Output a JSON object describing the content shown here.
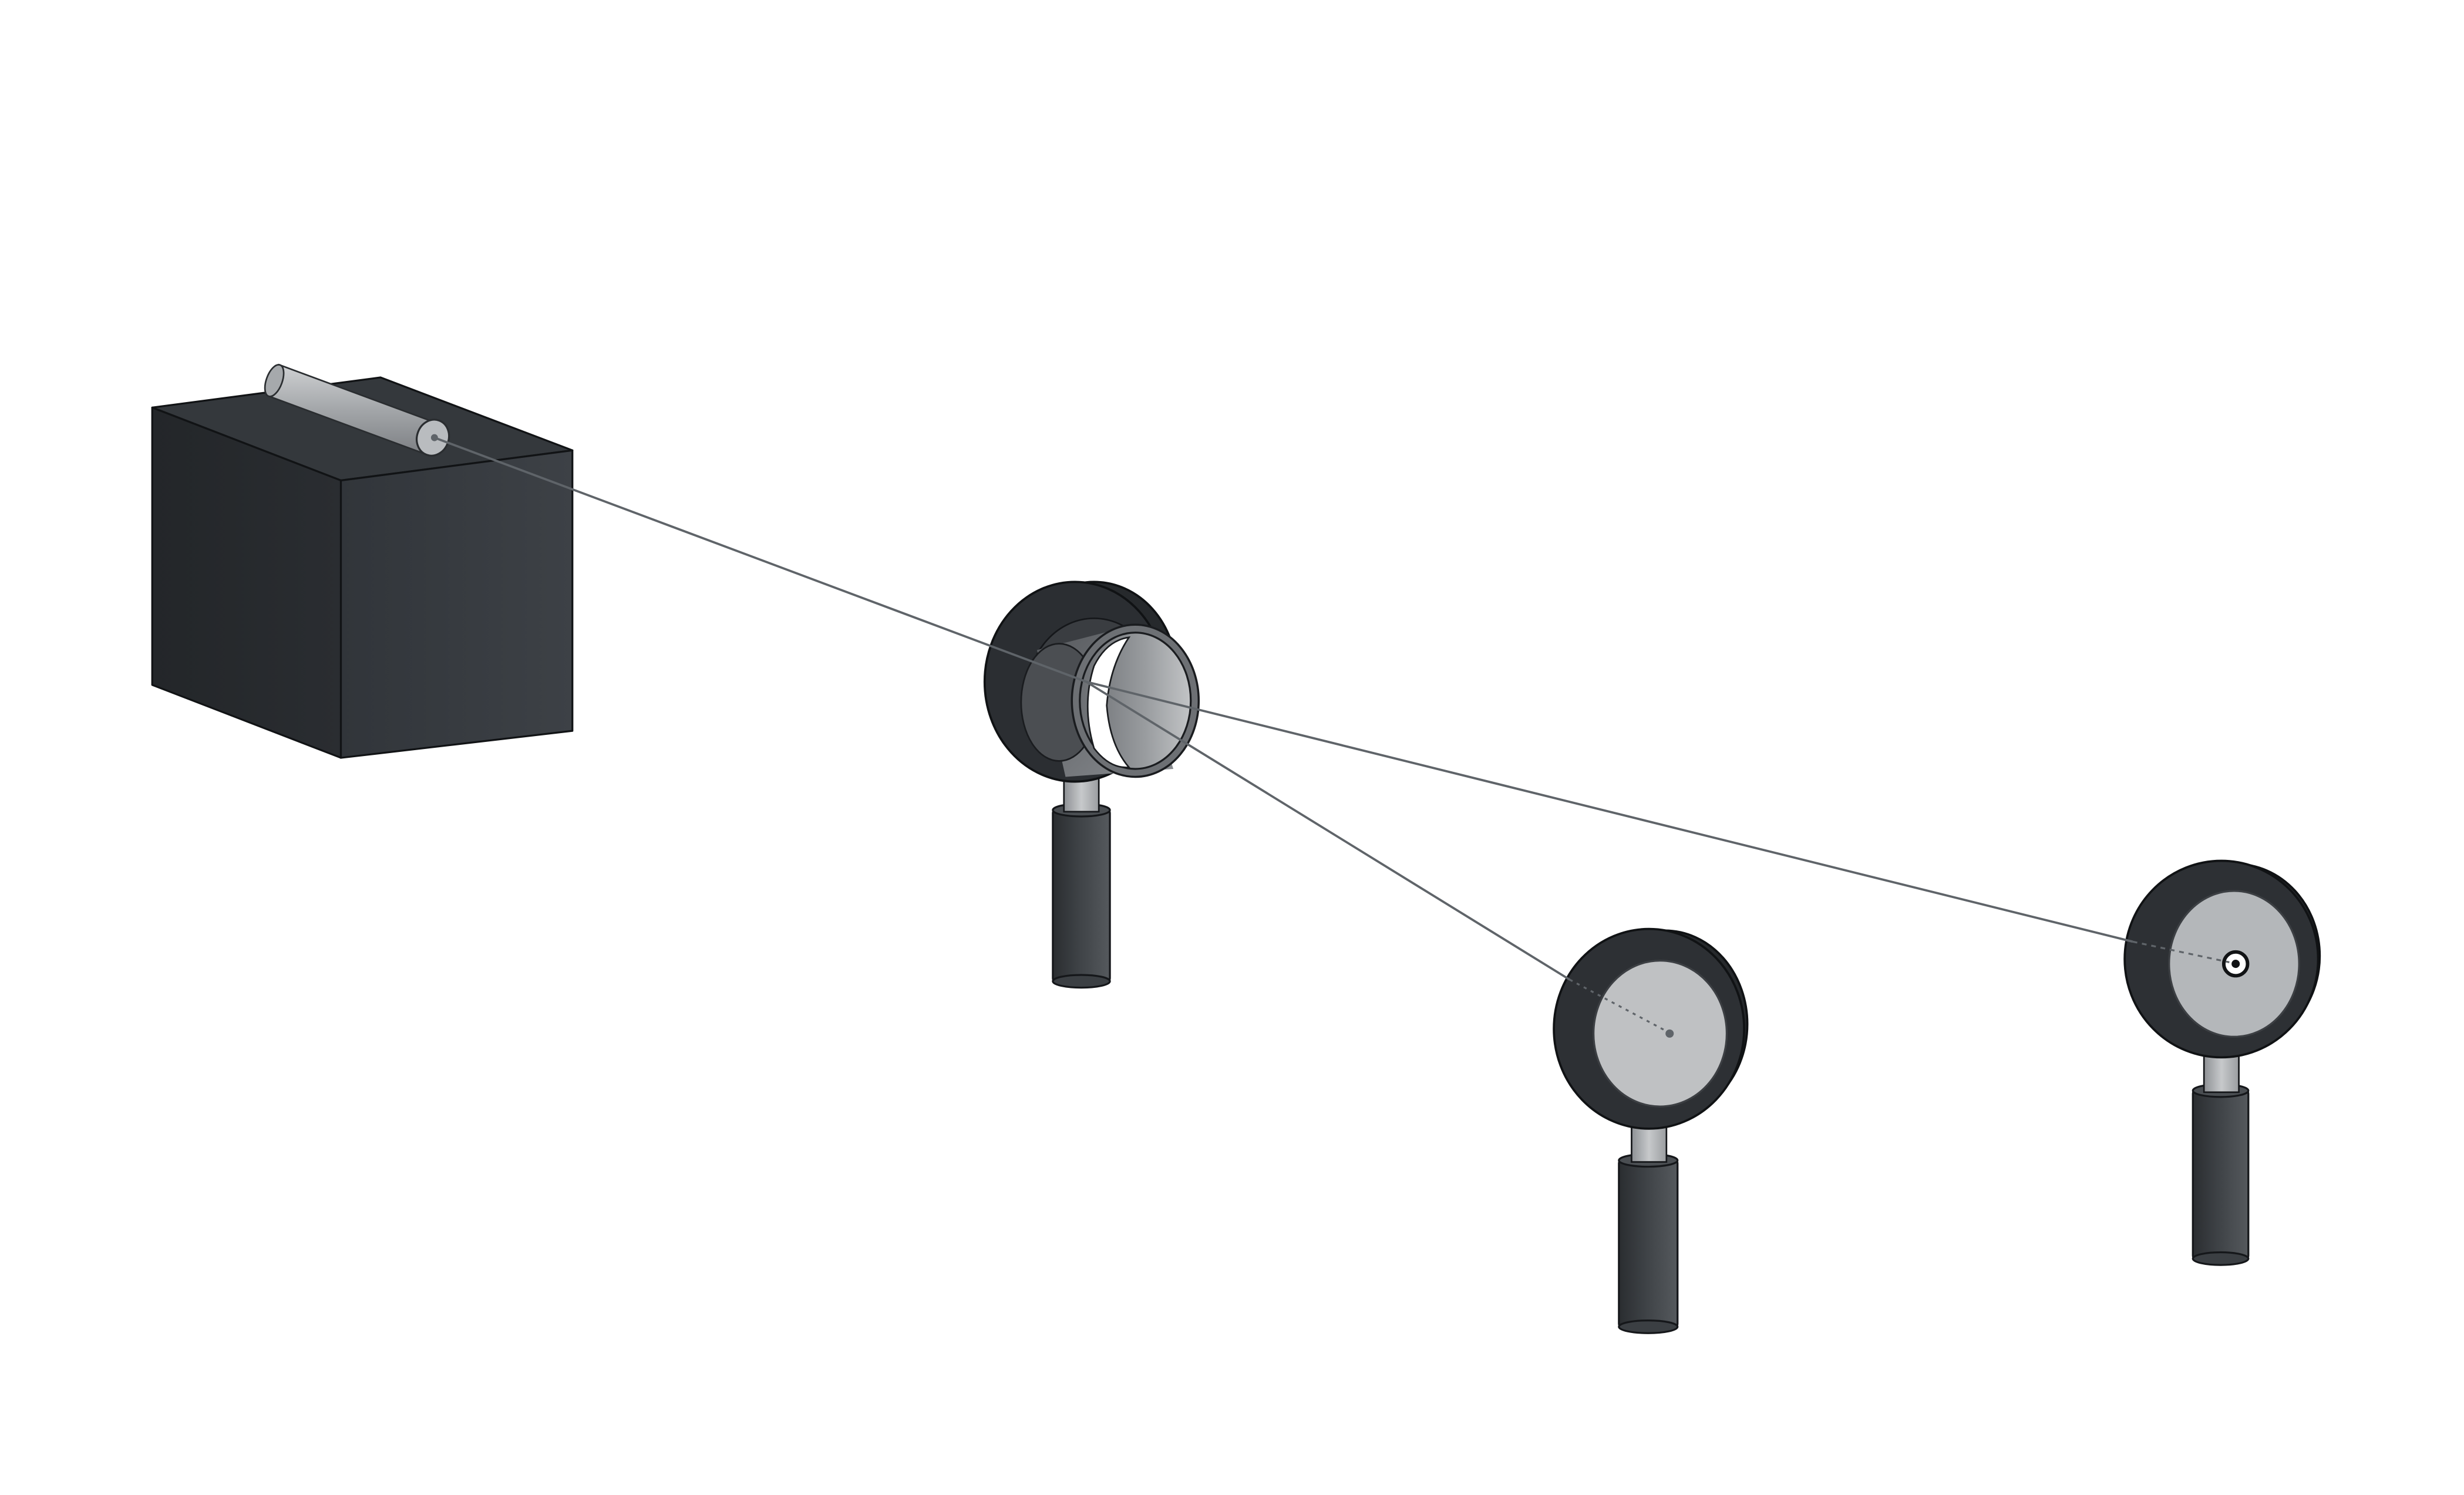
{
  "diagram": {
    "kind": "optical-beam-splitter-setup",
    "background_color": "#ffffff",
    "components": [
      {
        "id": "laser-source",
        "type": "laser-box",
        "body_color": "#2f3337",
        "aperture_color": "#b9bcbf"
      },
      {
        "id": "beam-splitter",
        "type": "beam-splitter-mount",
        "mount_color": "#2b2e32",
        "optic_color": "#6d7074"
      },
      {
        "id": "screen-reflected",
        "type": "detector-screen",
        "face_color": "#bfc1c3"
      },
      {
        "id": "screen-transmitted",
        "type": "detector-screen-with-target",
        "face_color": "#b4b7ba"
      }
    ],
    "beams": [
      {
        "id": "incident-beam",
        "from": "laser-source",
        "to": "beam-splitter",
        "color": "#5f6469"
      },
      {
        "id": "reflected-beam",
        "from": "beam-splitter",
        "to": "screen-reflected",
        "color": "#5f6469"
      },
      {
        "id": "transmitted-beam",
        "from": "beam-splitter",
        "to": "screen-transmitted",
        "color": "#5f6469"
      }
    ]
  }
}
